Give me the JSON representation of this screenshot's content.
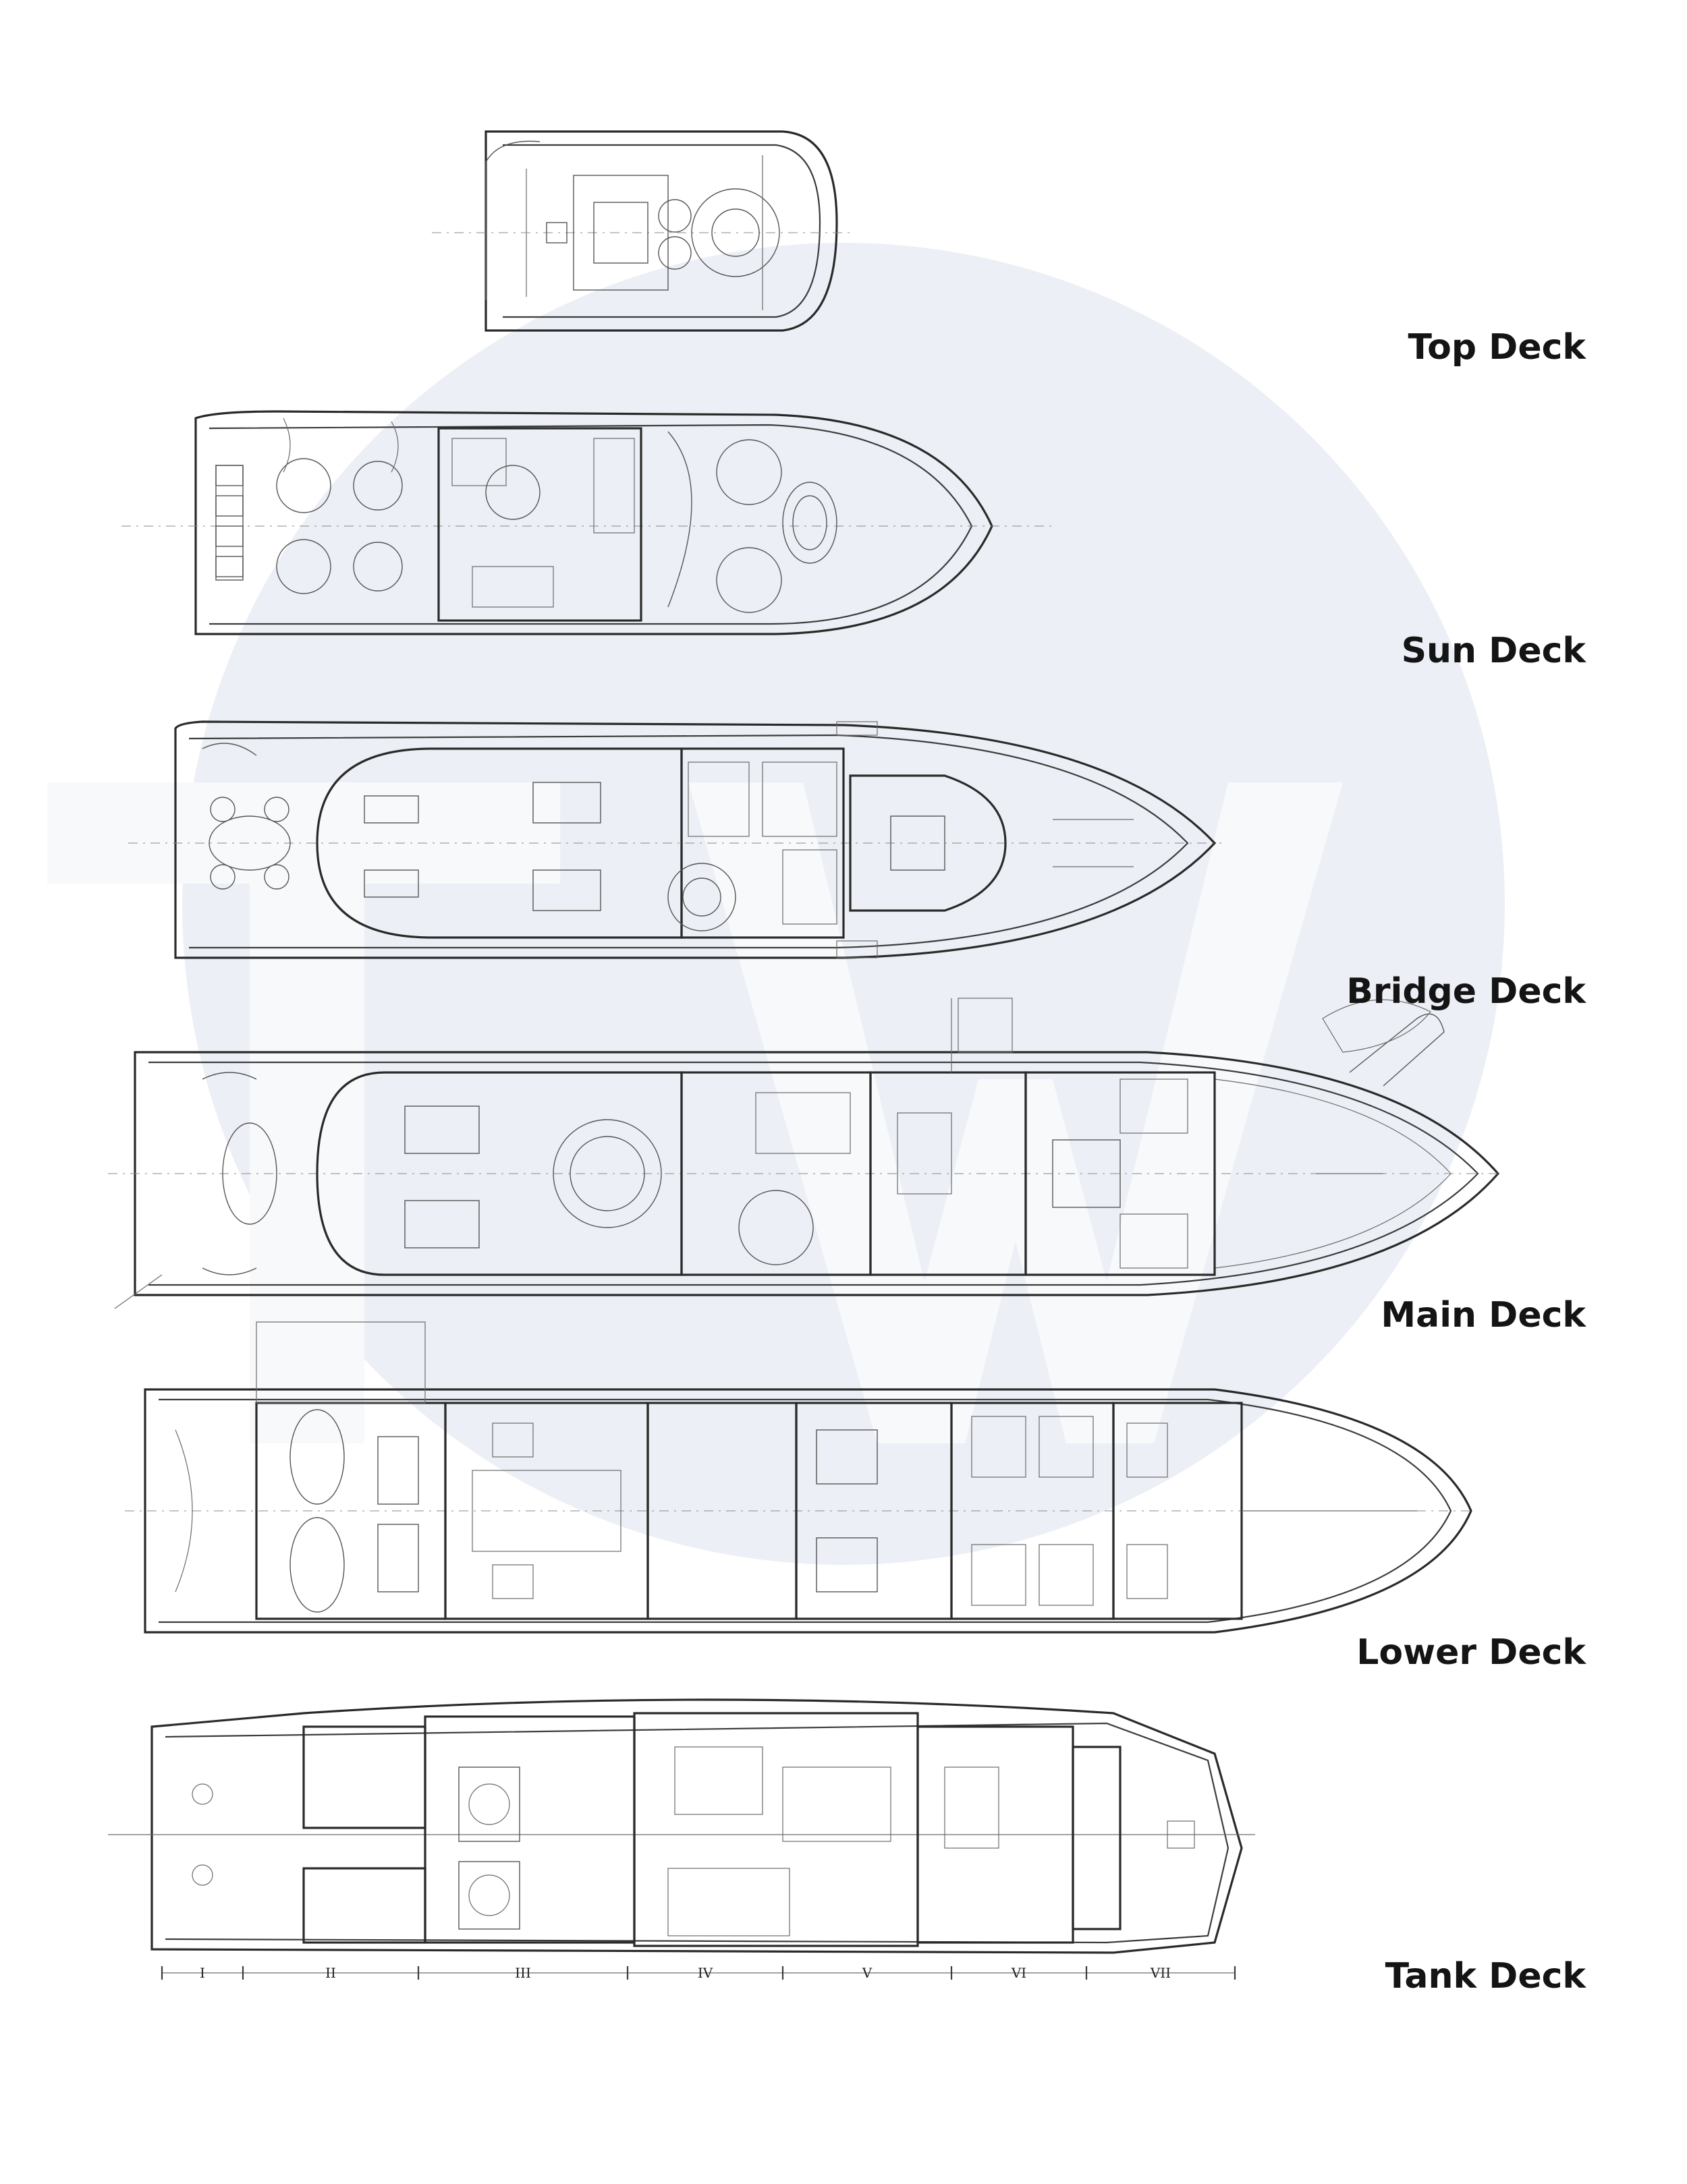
{
  "decks": [
    {
      "id": "top",
      "label": "Top Deck"
    },
    {
      "id": "sun",
      "label": "Sun Deck"
    },
    {
      "id": "bridge",
      "label": "Bridge Deck"
    },
    {
      "id": "main",
      "label": "Main Deck"
    },
    {
      "id": "lower",
      "label": "Lower Deck"
    },
    {
      "id": "tank",
      "label": "Tank Deck"
    }
  ],
  "tank_sections": [
    "I",
    "II",
    "III",
    "IV",
    "V",
    "VI",
    "VII"
  ],
  "colors": {
    "watermark": "#eceff5",
    "watermark_letters": "#f8f9fb",
    "label": "#141414",
    "line": "#3c3c3c"
  }
}
